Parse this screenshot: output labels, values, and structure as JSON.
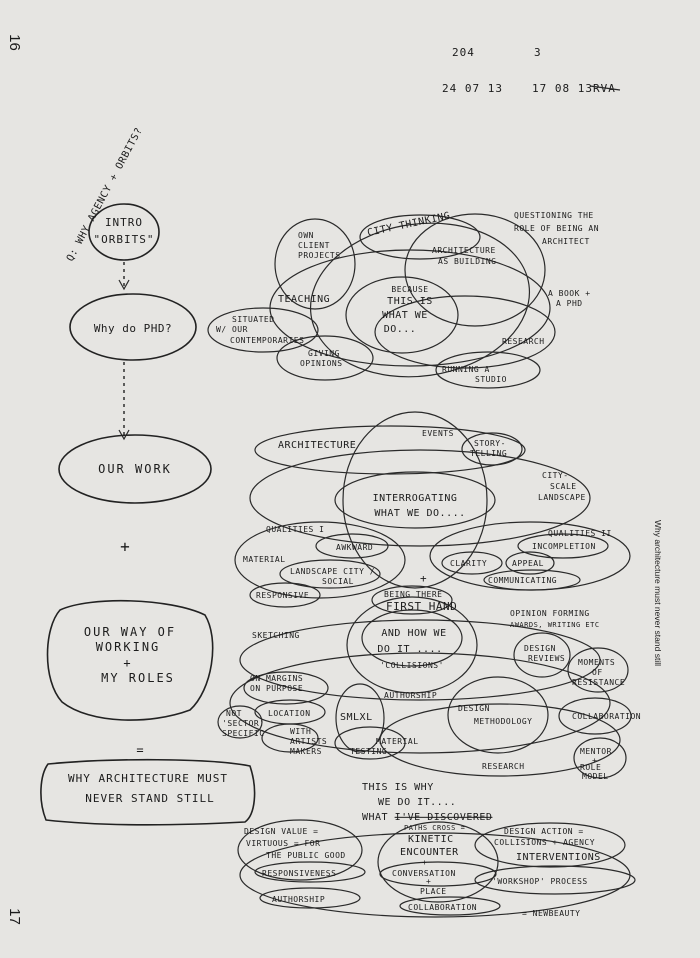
{
  "page_numbers": {
    "top": "16",
    "bottom": "17"
  },
  "side_caption": "Why architecture must never stand still",
  "header": {
    "ref_a": "204",
    "ref_b": "3",
    "date_a": "24 07 13",
    "date_b": "17 08 13",
    "initials": "RVA"
  },
  "left_column": {
    "question": "Q: WHY AGENCY + ORBITS?",
    "intro_line1": "INTRO",
    "intro_line2": "\"ORBITS\"",
    "why_phd": "Why do PHD?",
    "our_work": "OUR   WORK",
    "plus": "+",
    "way_line1": "OUR  WAY  OF",
    "way_line2": "WORKING",
    "way_plus": "+",
    "way_line3": "MY ROLES",
    "equals": "=",
    "conclusion_line1": "WHY  ARCHITECTURE  MUST",
    "conclusion_line2": "NEVER  STAND  STILL"
  },
  "cluster_top": {
    "question_line1": "QUESTIONING THE",
    "question_line2": "ROLE OF BEING AN",
    "question_line3": "ARCHITECT",
    "own_client_1": "OWN",
    "own_client_2": "CLIENT",
    "own_client_3": "PROJECTS",
    "city_thinking": "CITY THINKING",
    "arch_building_1": "ARCHITECTURE",
    "arch_building_2": "AS BUILDING",
    "teaching": "TEACHING",
    "because_1": "BECAUSE",
    "because_2": "THIS IS",
    "because_3": "WHAT WE",
    "because_4": "DO...",
    "book_1": "A BOOK +",
    "book_2": "A PHD",
    "situated_1": "SITUATED",
    "situated_2": "W/ OUR",
    "situated_3": "CONTEMPORARIES",
    "research": "RESEARCH",
    "giving_1": "GIVING",
    "giving_2": "OPINIONS",
    "running_1": "RUNNING A",
    "running_2": "STUDIO"
  },
  "cluster_mid": {
    "architecture": "ARCHITECTURE",
    "events": "EVENTS",
    "story_1": "STORY-",
    "story_2": "TELLING",
    "city_1": "CITY-",
    "city_2": "SCALE",
    "city_3": "LANDSCAPE",
    "interrogating_1": "INTERROGATING",
    "interrogating_2": "WHAT WE DO....",
    "qualities_1": "QUALITIES I",
    "qualities_2": "QUALITIES II",
    "awkward": "AWKWARD",
    "incompletion": "INCOMPLETION",
    "material": "MATERIAL",
    "landscape_1": "LANDSCAPE CITY /",
    "landscape_2": "SOCIAL",
    "clarity": "CLARITY",
    "appeal": "APPEAL",
    "plus": "+",
    "communicating": "COMMUNICATING",
    "responsive": "RESPONSIVE"
  },
  "cluster_low": {
    "being_1": "BEING THERE",
    "being_2": "FIRST HAND",
    "opinion_1": "OPINION FORMING",
    "opinion_2": "AWARDS, WRITING ETC",
    "sketching": "SKETCHING",
    "how_1": "AND  HOW  WE",
    "how_2": "DO IT ....",
    "collisions": "'COLLISIONS'",
    "review_1": "DESIGN",
    "review_2": "REVIEWS",
    "resist_1": "MOMENTS",
    "resist_2": "OF",
    "resist_3": "RESISTANCE",
    "margins_1": "ON MARGINS",
    "margins_2": "ON PURPOSE",
    "authorship": "AUTHORSHIP",
    "not_1": "NOT",
    "not_2": "'SECTOR'",
    "not_3": "SPECIFIC",
    "location": "LOCATION",
    "smlxl": "SMLXL",
    "artists_1": "WITH",
    "artists_2": "ARTISTS",
    "artists_3": "MAKERS",
    "material_testing_1": "MATERIAL",
    "material_testing_2": "TESTING",
    "method_1": "DESIGN",
    "method_2": "METHODOLOGY",
    "collaboration": "COLLABORATION",
    "research": "RESEARCH",
    "mentor_1": "MENTOR",
    "mentor_2": "+",
    "mentor_3": "ROLE",
    "mentor_4": "MODEL"
  },
  "cluster_bottom": {
    "this_1": "THIS IS WHY",
    "this_2": "WE DO IT....",
    "discovered_prefix": "WHAT ",
    "discovered_struck": "I'VE DISCOVERED",
    "design_value_1": "DESIGN VALUE =",
    "design_value_2": "VIRTUOUS = FOR",
    "design_value_3": "THE PUBLIC GOOD",
    "paths_1": "PATHS CROSS =",
    "paths_2": "KINETIC",
    "paths_3": "ENCOUNTER",
    "paths_plus": "+",
    "action_1": "DESIGN ACTION =",
    "action_2": "COLLISIONS + AGENCY",
    "action_3": "INTERVENTIONS",
    "responsiveness": "RESPONSIVENESS",
    "conversation": "CONVERSATION",
    "place_plus": "+",
    "place": "PLACE",
    "workshop": "'WORKSHOP' PROCESS",
    "authorship": "AUTHORSHIP",
    "collaboration": "COLLABORATION",
    "newbeauty": "= NEWBEAUTY"
  }
}
